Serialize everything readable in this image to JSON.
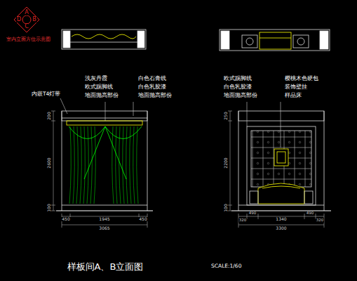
{
  "diagram": {
    "caption": "样板间A、B立面图",
    "labels": [
      "A",
      "B",
      "C",
      "D",
      "室内立面方位示意图",
      "浅灰丹霞",
      "欧式踢脚线",
      "地面抛高部份",
      "白色石膏线",
      "白色乳胶漆",
      "地面抛高部份",
      "内嵌T4灯带",
      "欧式踢脚线",
      "白色乳胶漆",
      "地面抛高部份",
      "樱桃木色硬包",
      "装饰壁挂",
      "样品床",
      "200",
      "2600",
      "100",
      "450",
      "1945",
      "450",
      "3065",
      "250",
      "2200",
      "100",
      "320",
      "490",
      "1340",
      "490",
      "320",
      "3300",
      "SCALE:1/60"
    ]
  }
}
